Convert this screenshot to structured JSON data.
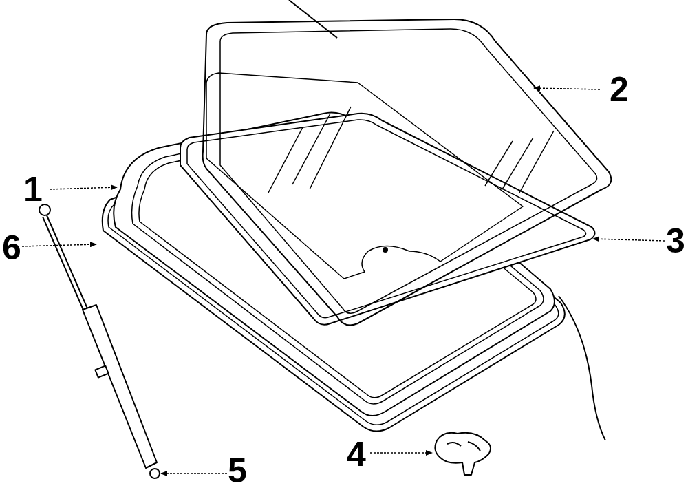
{
  "diagram": {
    "labels": [
      "2",
      "1",
      "6",
      "3",
      "4",
      "5"
    ]
  }
}
